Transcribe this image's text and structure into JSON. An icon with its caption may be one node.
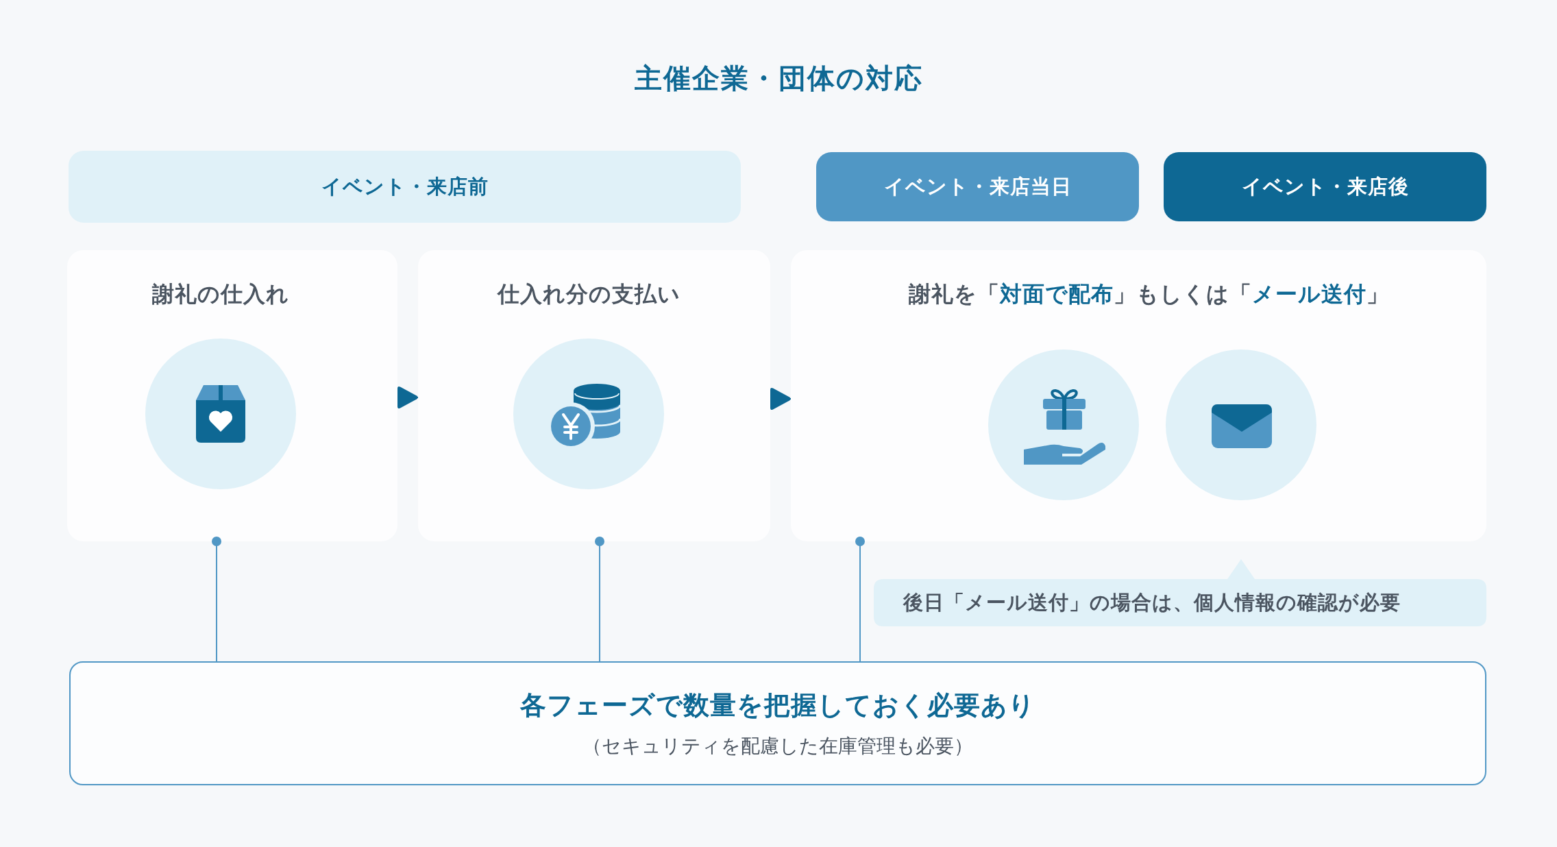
{
  "diagram": {
    "title": "主催企業・団体の対応",
    "nodes": [
      {
        "text": [
          "イベント・来店前"
        ]
      },
      {
        "text": [
          "イベント・来店当日"
        ]
      },
      {
        "text": [
          "イベント・来店後"
        ]
      },
      {
        "text": [
          "謝礼の仕入れ"
        ]
      },
      {
        "text": [
          "仕入れ分の支払い"
        ]
      },
      {
        "text": [
          "謝礼を「**対面で配布**」もしくは「**メール送付**」"
        ]
      },
      {
        "text": [
          "後日「メール送付」の場合は、個人情報の確認が必要"
        ]
      },
      {
        "text": [
          "各フェーズで数量を把握しておく必要あり",
          "（セキュリティを配慮した在庫管理も必要）"
        ]
      }
    ],
    "edges": [
      {
        "from": 3,
        "to": 4,
        "arrow": "to",
        "color": "#0e6894"
      },
      {
        "from": 4,
        "to": 5,
        "arrow": "to",
        "color": "#0e6894"
      },
      {
        "from": 3,
        "to": 7,
        "arrow": "other"
      },
      {
        "from": 4,
        "to": 7,
        "arrow": "other"
      },
      {
        "from": 5,
        "to": 7,
        "arrow": "other"
      }
    ]
  }
}
